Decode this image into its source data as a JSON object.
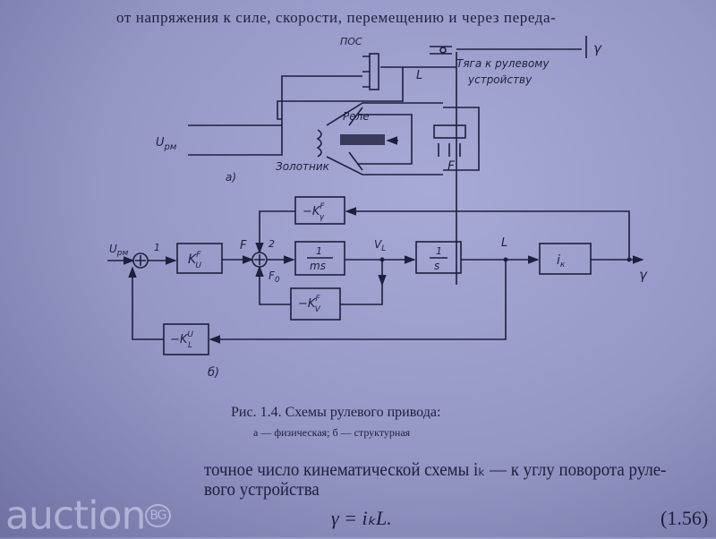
{
  "text_top": "от напряжения к силе, скорости, перемещению и через переда-",
  "fig_a": {
    "pos": "ПОС",
    "L": "L",
    "gamma": "γ",
    "rod_line1": "Тяга к рулевому",
    "rod_line2": "устройству",
    "relay": "Реле",
    "valve": "Золотник",
    "force": "F",
    "u": "U",
    "u_sub": "рм",
    "label": "а)"
  },
  "fig_b": {
    "u": "U",
    "u_sub": "рм",
    "n1": "1",
    "n2": "2",
    "F": "F",
    "F0": "F",
    "F0_sub": "0",
    "VL": "V",
    "VL_sub": "L",
    "L": "L",
    "gamma": "γ",
    "k_uf": {
      "base": "K",
      "sup": "F",
      "sub": "U"
    },
    "ms": {
      "num": "1",
      "den": "ms"
    },
    "s": {
      "num": "1",
      "den": "s"
    },
    "ik": {
      "base": "i",
      "sub": "к"
    },
    "k_gf": {
      "base": "−K",
      "sup": "F",
      "sub": "γ"
    },
    "k_vf": {
      "base": "−K",
      "sup": "F",
      "sub": "V"
    },
    "k_lu": {
      "base": "−K",
      "sup": "U",
      "sub": "L"
    },
    "label": "б)"
  },
  "caption": {
    "line1": "Рис. 1.4. Схемы рулевого привода:",
    "line2": "а — физическая; б — структурная"
  },
  "paragraph": {
    "line1": "точное число кинематической схемы iₖ — к углу поворота руле-",
    "line2": "вого устройства"
  },
  "equation": {
    "text": "γ = iₖL.",
    "number": "(1.56)"
  },
  "watermark": {
    "text": "auction",
    "badge": "BG"
  }
}
